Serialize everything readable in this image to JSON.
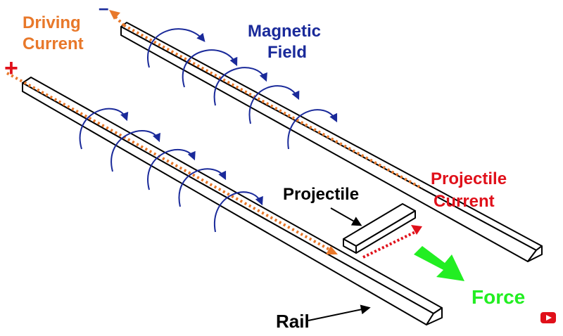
{
  "labels": {
    "driving_current_line1": "Driving",
    "driving_current_line2": "Current",
    "magnetic_field_line1": "Magnetic",
    "magnetic_field_line2": "Field",
    "projectile_current_line1": "Projectile",
    "projectile_current_line2": "Current",
    "projectile": "Projectile",
    "force": "Force",
    "rail": "Rail",
    "minus_sign": "–",
    "plus_sign": "+"
  },
  "colors": {
    "driving_current": "#e8782a",
    "magnetic_field": "#1a2a9a",
    "projectile_current": "#e0101a",
    "force": "#22ee22",
    "outline": "#000000",
    "minus": "#1a2a9a",
    "plus": "#e0101a"
  },
  "icons": {
    "corner_logo": "youtube-play-icon"
  }
}
